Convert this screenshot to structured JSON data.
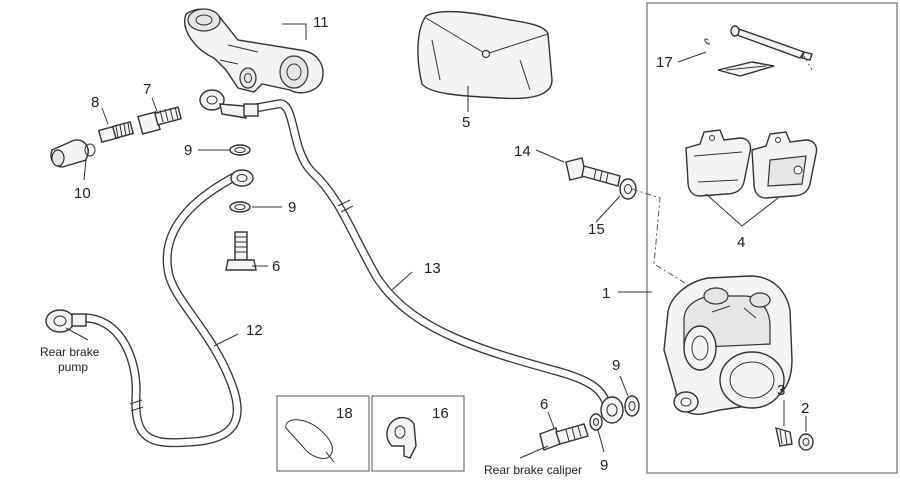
{
  "diagram": {
    "callouts": {
      "c1": "1",
      "c2": "2",
      "c3": "3",
      "c4": "4",
      "c5": "5",
      "c6a": "6",
      "c6b": "6",
      "c7": "7",
      "c8": "8",
      "c9a": "9",
      "c9b": "9",
      "c9c": "9",
      "c9d": "9",
      "c10": "10",
      "c11": "11",
      "c12": "12",
      "c13": "13",
      "c14": "14",
      "c15": "15",
      "c16": "16",
      "c17": "17",
      "c18": "18"
    },
    "captions": {
      "pump_line1": "Rear brake",
      "pump_line2": "pump",
      "caliper": "Rear brake caliper"
    },
    "colors": {
      "ink": "#333333",
      "paper": "#ffffff",
      "part_fill": "#f4f4f4"
    }
  }
}
